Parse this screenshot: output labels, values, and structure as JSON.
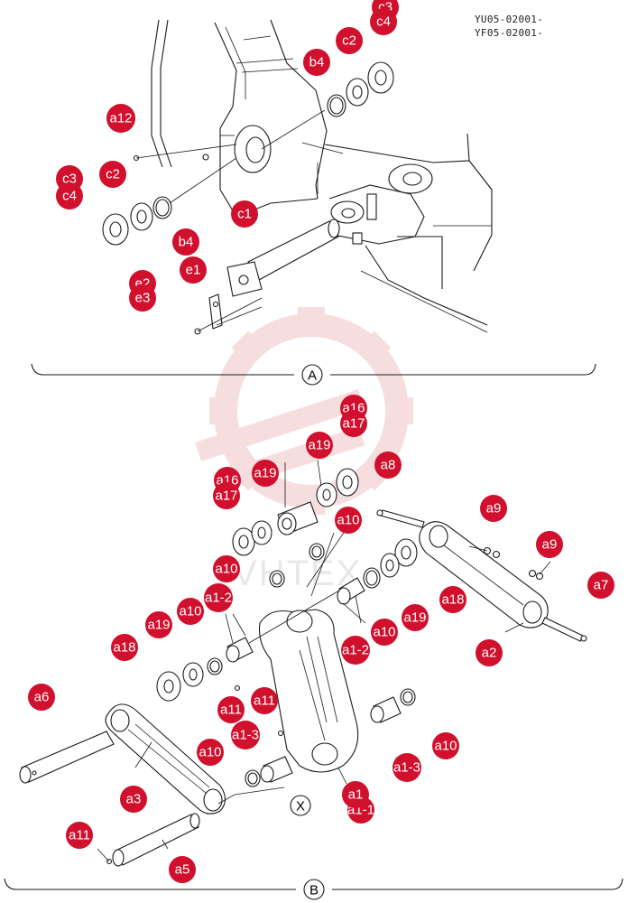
{
  "serial_numbers": [
    "YU05-02001-",
    "YF05-02001-"
  ],
  "section_labels": {
    "top": "A",
    "bottom": "B",
    "detail": "X"
  },
  "watermark": "VHTEX",
  "colors": {
    "badge": "#d0102c",
    "badge_text": "#ffffff",
    "line": "#1a1a1a",
    "watermark_gear": "#f2c4c4"
  },
  "callouts": [
    {
      "id": "c3-top",
      "label": "c3"
    },
    {
      "id": "c4-top",
      "label": "c4"
    },
    {
      "id": "c2-top",
      "label": "c2"
    },
    {
      "id": "b4-top",
      "label": "b4"
    },
    {
      "id": "a12",
      "label": "a12"
    },
    {
      "id": "c3-left",
      "label": "c3"
    },
    {
      "id": "c4-left",
      "label": "c4"
    },
    {
      "id": "c2-left",
      "label": "c2"
    },
    {
      "id": "c1",
      "label": "c1"
    },
    {
      "id": "b4-left",
      "label": "b4"
    },
    {
      "id": "e2",
      "label": "e2"
    },
    {
      "id": "e3",
      "label": "e3"
    },
    {
      "id": "e1",
      "label": "e1"
    },
    {
      "id": "a16-top",
      "label": "a16"
    },
    {
      "id": "a17-top",
      "label": "a17"
    },
    {
      "id": "a19-top",
      "label": "a19"
    },
    {
      "id": "a8",
      "label": "a8"
    },
    {
      "id": "a16-left",
      "label": "a16"
    },
    {
      "id": "a19-left",
      "label": "a19"
    },
    {
      "id": "a17-left",
      "label": "a17"
    },
    {
      "id": "a10-upper",
      "label": "a10"
    },
    {
      "id": "a9-left",
      "label": "a9"
    },
    {
      "id": "a9-right",
      "label": "a9"
    },
    {
      "id": "a10-left",
      "label": "a10"
    },
    {
      "id": "a1-2-left",
      "label": "a1-2"
    },
    {
      "id": "a7",
      "label": "a7"
    },
    {
      "id": "a18-right",
      "label": "a18"
    },
    {
      "id": "a10-mid",
      "label": "a10"
    },
    {
      "id": "a19-mid",
      "label": "a19"
    },
    {
      "id": "a19-lower",
      "label": "a19"
    },
    {
      "id": "a1-2-right",
      "label": "a1-2"
    },
    {
      "id": "a10-right",
      "label": "a10"
    },
    {
      "id": "a2",
      "label": "a2"
    },
    {
      "id": "a18-left",
      "label": "a18"
    },
    {
      "id": "a6",
      "label": "a6"
    },
    {
      "id": "a11-mid",
      "label": "a11"
    },
    {
      "id": "a11-upper",
      "label": "a11"
    },
    {
      "id": "a1-3-left",
      "label": "a1-3"
    },
    {
      "id": "a10-lower-right",
      "label": "a10"
    },
    {
      "id": "a10-lower-left",
      "label": "a10"
    },
    {
      "id": "a1-3-right",
      "label": "a1-3"
    },
    {
      "id": "a3",
      "label": "a3"
    },
    {
      "id": "a1-1",
      "label": "a1-1"
    },
    {
      "id": "a1",
      "label": "a1"
    },
    {
      "id": "a11-lower",
      "label": "a11"
    },
    {
      "id": "a5",
      "label": "a5"
    }
  ]
}
